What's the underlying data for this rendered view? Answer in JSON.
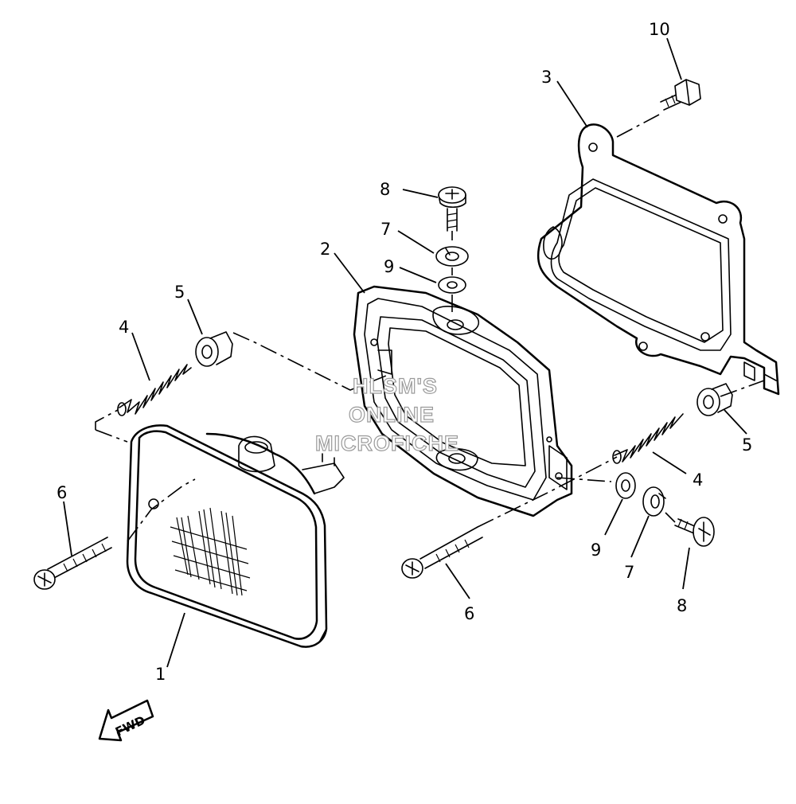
{
  "callouts": {
    "c1": "1",
    "c2": "2",
    "c3": "3",
    "c4_left": "4",
    "c4_right": "4",
    "c5_left": "5",
    "c5_right": "5",
    "c6_left": "6",
    "c6_right": "6",
    "c7_top": "7",
    "c7_bottom": "7",
    "c8_top": "8",
    "c8_bottom": "8",
    "c9_top": "9",
    "c9_bottom": "9",
    "c10": "10"
  },
  "watermark": {
    "line1": "HLSM'S",
    "line2": "ONLINE",
    "line3": "MICROFICHE"
  },
  "direction_arrow": {
    "label": "FWD"
  }
}
